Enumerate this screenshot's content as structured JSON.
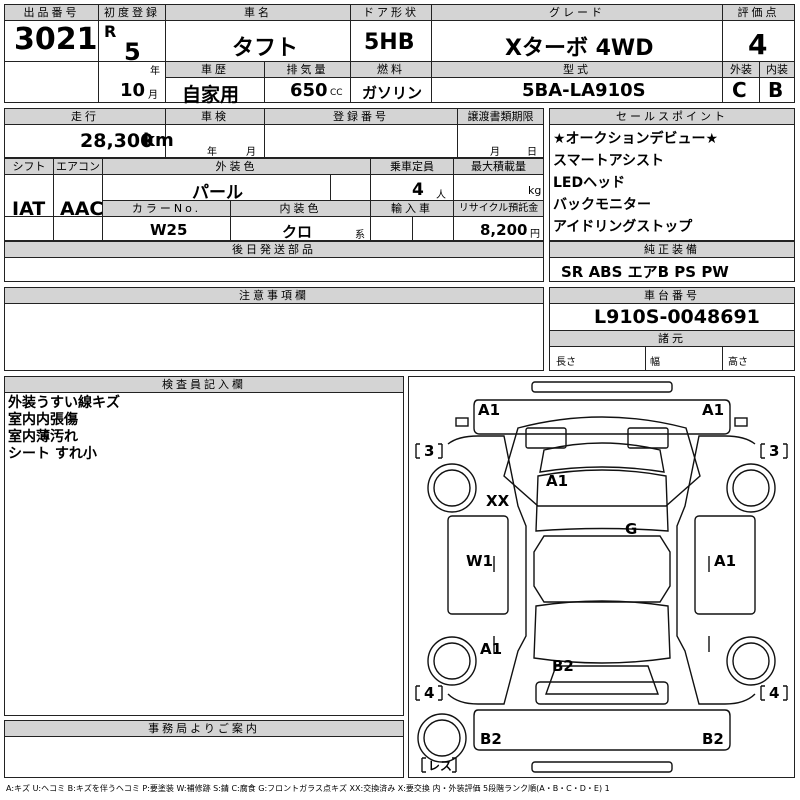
{
  "header": {
    "lot_no_label": "出品番号",
    "lot_no": "3021",
    "first_reg_label": "初度登録",
    "era": "R",
    "year": "5",
    "year_unit": "年",
    "month": "10",
    "month_unit": "月",
    "car_name_label": "車名",
    "car_name": "タフト",
    "door_label": "ドア形状",
    "door": "5HB",
    "grade_label": "グレード",
    "grade": "Xターボ 4WD",
    "score_label": "評価点",
    "score": "4",
    "history_label": "車歴",
    "history": "自家用",
    "displacement_label": "排気量",
    "displacement": "650",
    "cc": "CC",
    "fuel_label": "燃料",
    "fuel": "ガソリン",
    "model_label": "型式",
    "model": "5BA-LA910S",
    "ext_label": "外装",
    "int_label": "内装",
    "ext_score": "C",
    "int_score": "B"
  },
  "row2": {
    "mileage_label": "走行",
    "mileage": "28,300",
    "km": "km",
    "inspection_label": "車検",
    "year_unit": "年",
    "month_unit": "月",
    "registration_label": "登録番号",
    "transfer_label": "譲渡書類期限",
    "month_unit2": "月",
    "day_unit": "日"
  },
  "row3": {
    "shift_label": "シフト",
    "shift": "IAT",
    "ac_label": "エアコン",
    "ac": "AAC",
    "color_label": "外装色",
    "color": "パール",
    "capacity_label": "乗車定員",
    "capacity": "4",
    "person_unit": "人",
    "max_load_label": "最大積載量",
    "kg": "kg",
    "color_no_label": "カラーNo.",
    "color_no": "W25",
    "interior_color_label": "内装色",
    "interior_color": "クロ",
    "kei": "系",
    "import_label": "輸入車",
    "recycle_label": "リサイクル預託金",
    "recycle": "8,200",
    "yen": "円"
  },
  "later_parts_label": "後日発送部品",
  "notes_label": "注意事項欄",
  "sales_points": {
    "label": "セールスポイント",
    "items": [
      "★オークションデビュー★",
      "スマートアシスト",
      "LEDヘッド",
      "バックモニター",
      "アイドリングストップ"
    ]
  },
  "equipment": {
    "label": "純正装備",
    "value": "SR ABS エアB PS PW"
  },
  "chassis": {
    "label": "車台番号",
    "value": "L910S-0048691"
  },
  "dims": {
    "label": "諸元",
    "length": "長さ",
    "width": "幅",
    "height": "高さ"
  },
  "inspector": {
    "label": "検査員記入欄",
    "lines": [
      "外装うすい線キズ",
      "室内内張傷",
      "室内薄汚れ",
      "シート すれ小"
    ]
  },
  "office_label": "事務局よりご案内",
  "diagram": {
    "marks": {
      "front_left": "A1",
      "front_right": "A1",
      "roof_front": "A1",
      "left_front": "XX",
      "roof_rear": "G",
      "left_mid": "W1",
      "right_mid": "A1",
      "left_rear": "A1",
      "rear_center": "B2",
      "rear_left": "B2",
      "rear_right": "B2"
    },
    "tread": {
      "fl": "3",
      "fr": "3",
      "rl": "4",
      "rr": "4"
    },
    "spare": "レス"
  },
  "legend": "A:キズ U:ヘコミ B:キズを伴うヘコミ P:要塗装 W:補修跡 S:錆 C:腐食 G:フロントガラス点キズ XX:交換済み X:要交換 内・外装評価 5段階ランク順(A・B・C・D・E) 1"
}
